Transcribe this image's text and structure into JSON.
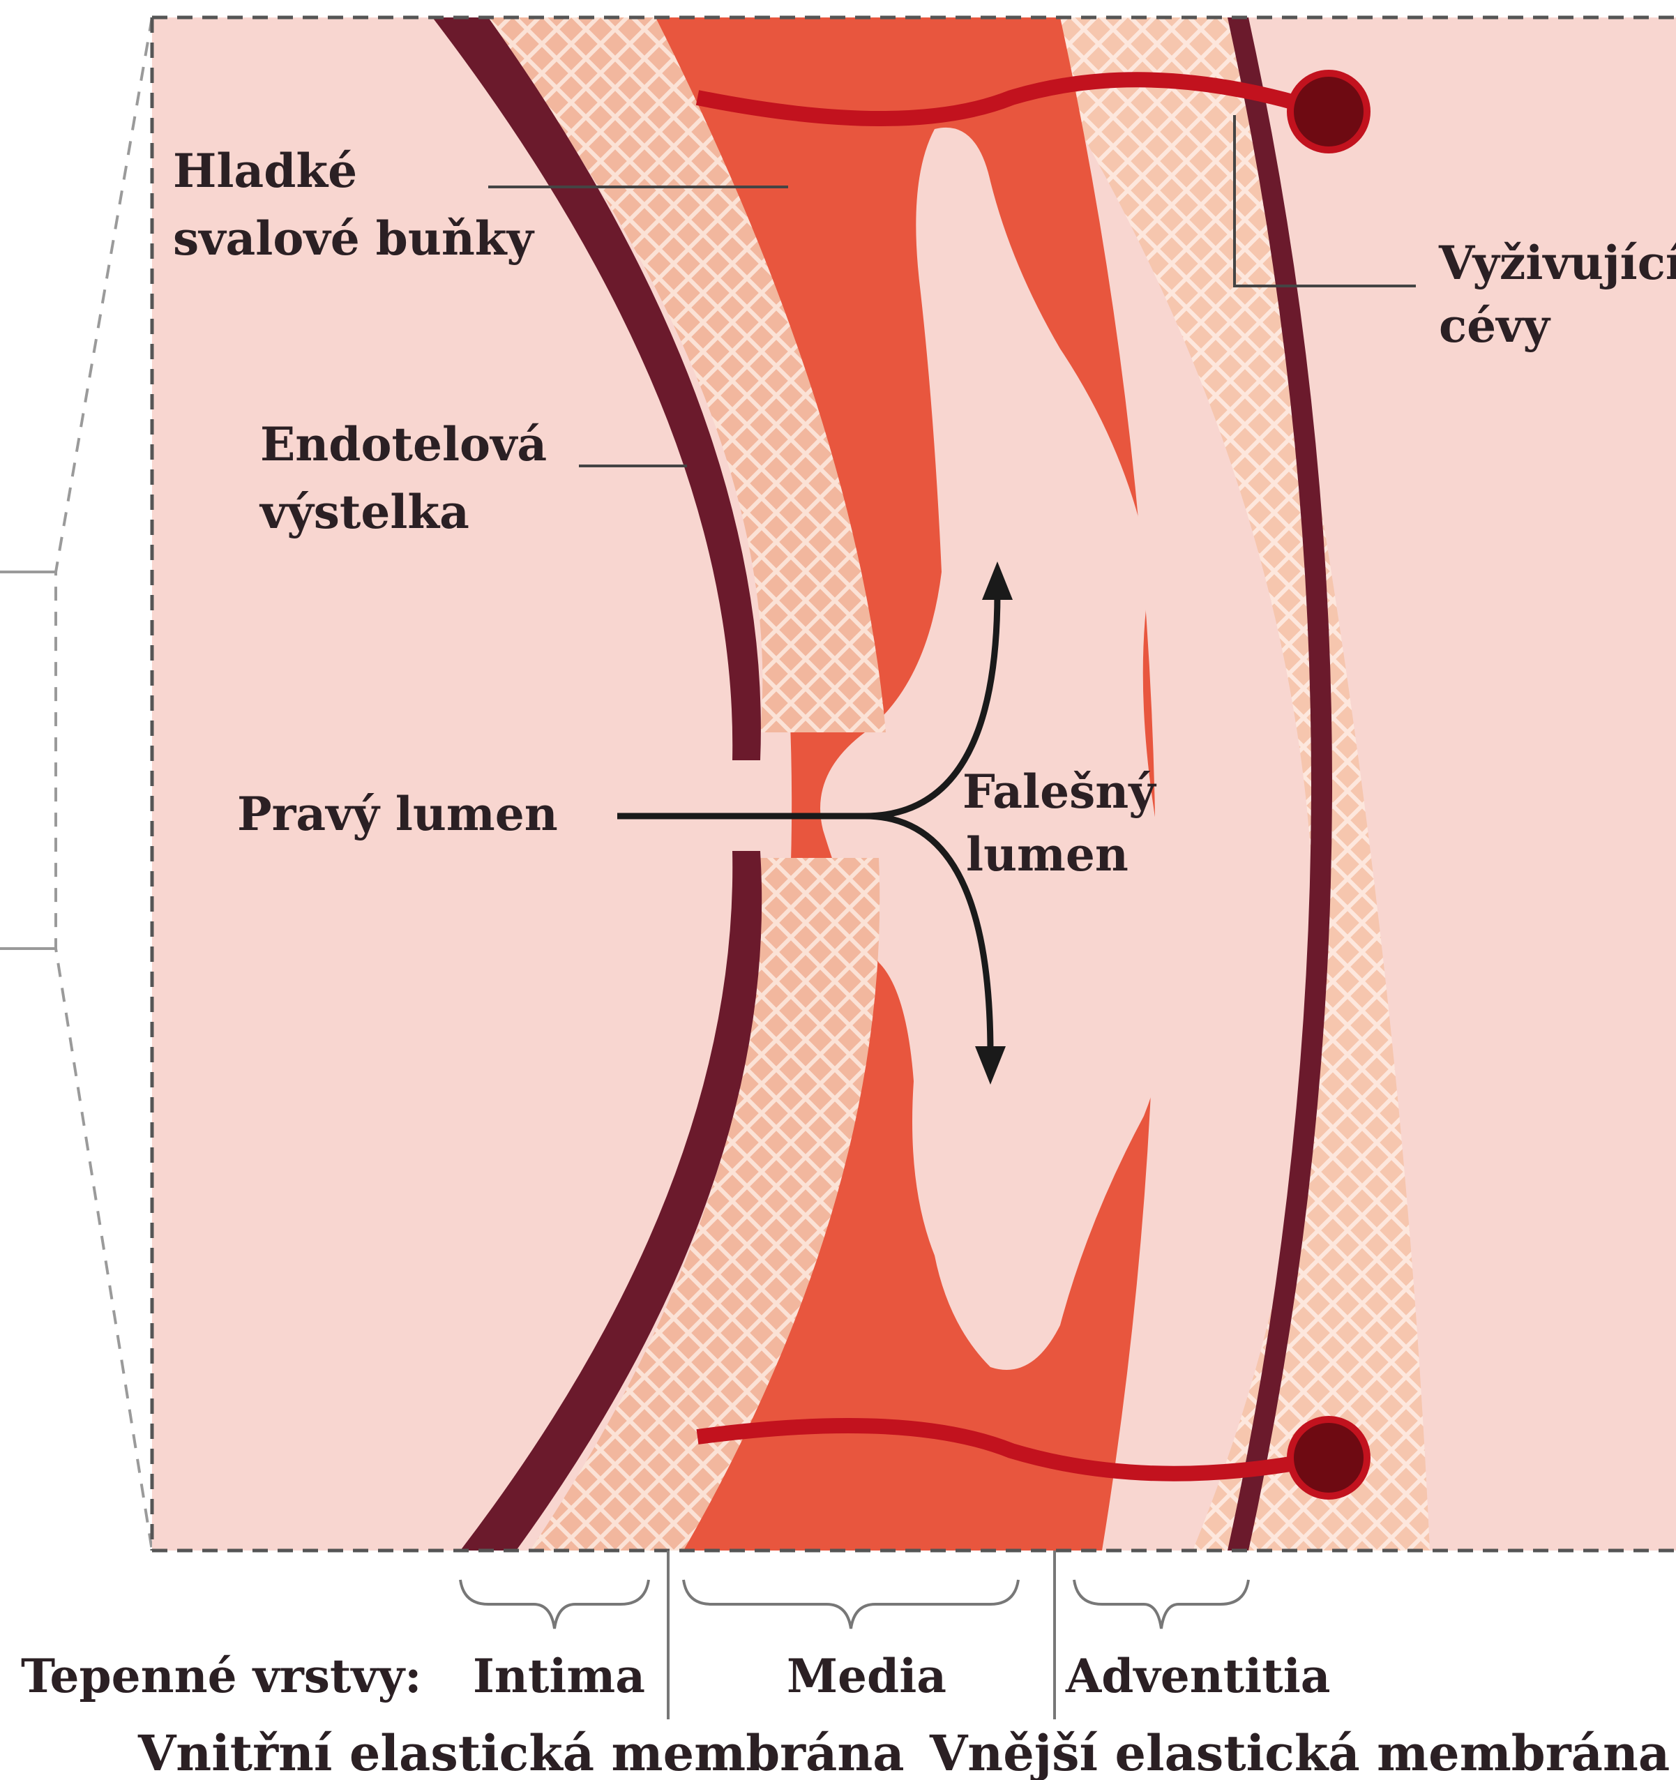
{
  "labels": {
    "smooth_muscle_line1": "Hladké",
    "smooth_muscle_line2": "svalové buňky",
    "vasa_vasorum_line1": "Vyživující",
    "vasa_vasorum_line2": "cévy",
    "endothelium_line1": "Endotelová",
    "endothelium_line2": "výstelka",
    "true_lumen": "Pravý lumen",
    "false_lumen_line1": "Falešný",
    "false_lumen_line2": "lumen"
  },
  "layers": {
    "caption": "Tepenné vrstvy:",
    "intima": "Intima",
    "media": "Media",
    "adventitia": "Adventitia",
    "inner_membrane": "Vnitřní elastická membrána",
    "outer_membrane": "Vnější elastická membrána"
  },
  "colors": {
    "lumen_bg": "#f8d6d0",
    "endothelium": "#6b1a2c",
    "intima": "#f2b79e",
    "media": "#e8563e",
    "adventitia": "#f6c6ae",
    "outer_wall": "#6b1a2c",
    "vessel": "#c2121e",
    "vessel_dark": "#6e0a12"
  }
}
